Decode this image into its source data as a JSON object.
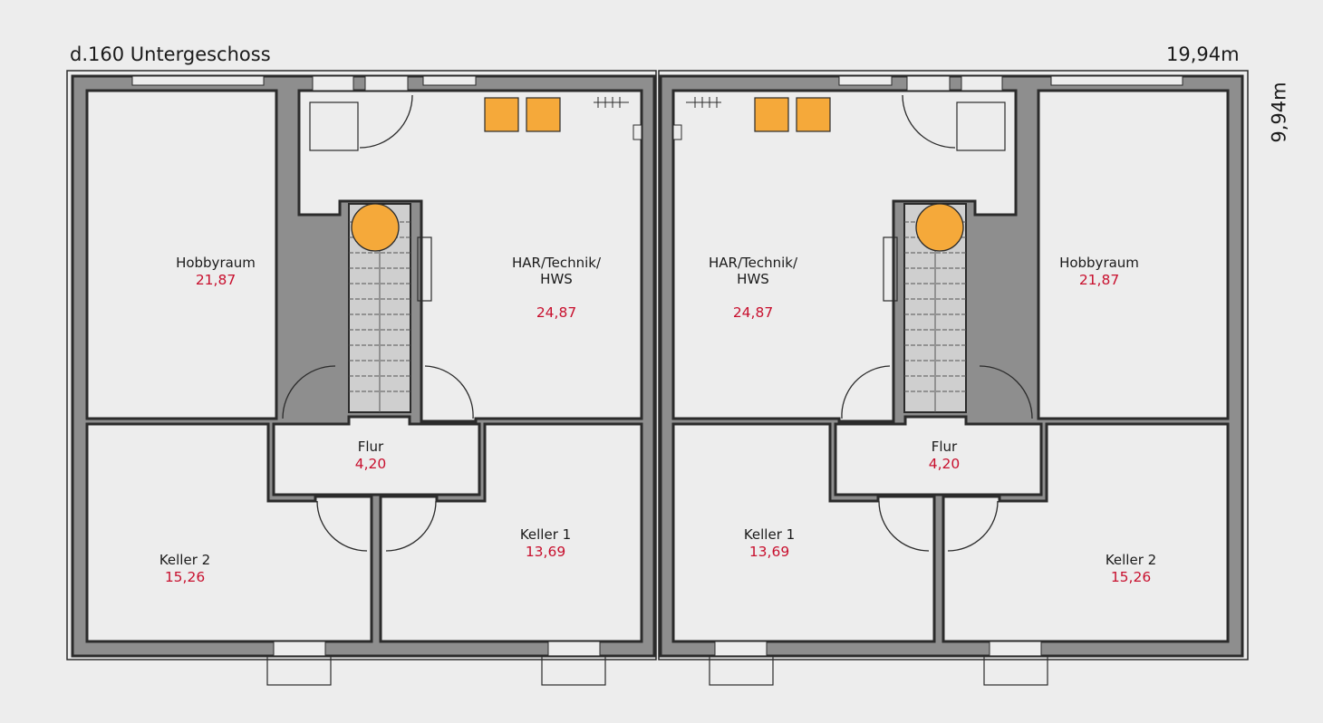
{
  "plan": {
    "title": "d.160 Untergeschoss",
    "width_label": "19,94m",
    "depth_label": "9,94m"
  },
  "colors": {
    "background": "#ededed",
    "wall_fill": "#8e8e8e",
    "wall_stroke": "#2b2b2b",
    "room_fill": "#ededed",
    "appliance_orange": "#f5a93a",
    "area_red": "#c8102e"
  },
  "left_unit": {
    "hobbyraum": {
      "name": "Hobbyraum",
      "area": "21,87"
    },
    "technik": {
      "name": "HAR/Technik/\nHWS",
      "area": "24,87"
    },
    "flur": {
      "name": "Flur",
      "area": "4,20"
    },
    "keller1": {
      "name": "Keller 1",
      "area": "13,69"
    },
    "keller2": {
      "name": "Keller 2",
      "area": "15,26"
    }
  },
  "right_unit": {
    "hobbyraum": {
      "name": "Hobbyraum",
      "area": "21,87"
    },
    "technik": {
      "name": "HAR/Technik/\nHWS",
      "area": "24,87"
    },
    "flur": {
      "name": "Flur",
      "area": "4,20"
    },
    "keller1": {
      "name": "Keller 1",
      "area": "13,69"
    },
    "keller2": {
      "name": "Keller 2",
      "area": "15,26"
    }
  }
}
